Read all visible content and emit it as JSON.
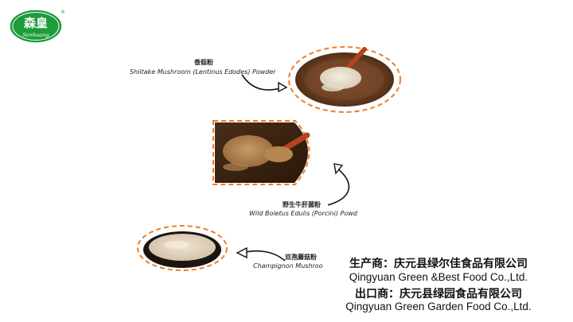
{
  "logo": {
    "brand_cn": "森皇",
    "brand_en": "Senhuang",
    "registered_mark": "®"
  },
  "products": [
    {
      "name_cn": "香菇粉",
      "name_en": "Shiitake Mushroom (Lentinus Edodes) Powder"
    },
    {
      "name_cn": "野生牛肝菌粉",
      "name_en": "Wild Boletus Edulis (Porcini) Powd"
    },
    {
      "name_cn": "双孢蘑菇粉",
      "name_en": "Champignon Mushroo"
    }
  ],
  "company": {
    "producer_cn": "生产商：庆元县绿尔佳食品有限公司",
    "producer_en": "Qingyuan Green &Best Food Co.,Ltd.",
    "exporter_cn": "出口商：庆元县绿园食品有限公司",
    "exporter_en": "Qingyuan Green Garden Food Co.,Ltd."
  },
  "colors": {
    "logo_green": "#1e9b3c",
    "dash_orange": "#f07c2b"
  }
}
